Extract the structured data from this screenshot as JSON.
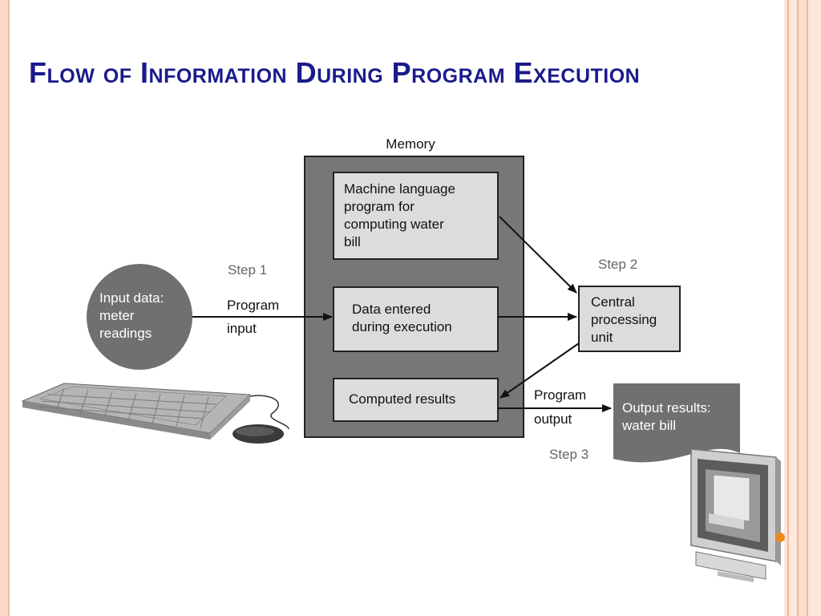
{
  "slide": {
    "title": "Flow of Information During Program Execution"
  },
  "diagram": {
    "memory_label": "Memory",
    "machine_program": [
      "Machine language",
      "program for",
      "computing water",
      "bill"
    ],
    "data_entered": [
      "Data entered",
      "during execution"
    ],
    "computed_results": "Computed results",
    "cpu": [
      "Central",
      "processing",
      "unit"
    ],
    "input_data": [
      "Input data:",
      "meter",
      "readings"
    ],
    "output_results": [
      "Output results:",
      "water bill"
    ],
    "step1": "Step 1",
    "step2": "Step 2",
    "step3": "Step 3",
    "program_input": [
      "Program",
      "input"
    ],
    "program_output": [
      "Program",
      "output"
    ]
  },
  "colors": {
    "title": "#1a1a8c",
    "memory_fill": "#777777",
    "box_fill": "#dcdcdc",
    "circle_fill": "#707070"
  },
  "icons": [
    "keyboard-icon",
    "mouse-icon",
    "computer-monitor-icon"
  ]
}
